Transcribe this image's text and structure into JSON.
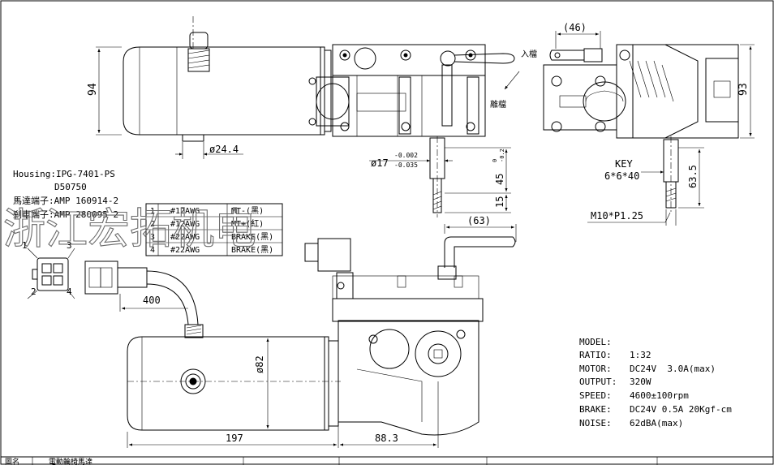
{
  "dims": {
    "top_width": "(46)",
    "height_94": "94",
    "dia_24": "ø24.4",
    "dia_17": "ø17",
    "dia_17_tol_up": "-0.002",
    "dia_17_tol_dn": "-0.035",
    "len_45": "45",
    "len_45_tol_up": "0",
    "len_45_tol_dn": "-0.2",
    "len_15": "15",
    "key": "KEY",
    "key_size": "6*6*40",
    "height_93": "93",
    "len_63_5": "63.5",
    "thread": "M10*P1.25",
    "len_63": "(63)",
    "len_400": "400",
    "dia_82": "ø82",
    "len_197": "197",
    "len_88_3": "88.3"
  },
  "lever": {
    "engage": "入檔",
    "disengage": "離檔"
  },
  "connector": {
    "housing": "Housing:IPG-7401-PS",
    "code": "D50750",
    "motor_terminal": "馬達端子:AMP 160914-2",
    "brake_terminal": "剎車端子:AMP 280095-2",
    "pin_1": "1",
    "pin_2": "2",
    "pin_3": "3",
    "pin_4": "4"
  },
  "wire_table": [
    {
      "pin": "1",
      "gauge": "#12AWG",
      "func": "MT-(黑)"
    },
    {
      "pin": "2",
      "gauge": "#12AWG",
      "func": "MT+(紅)"
    },
    {
      "pin": "3",
      "gauge": "#22AWG",
      "func": "BRAKE(黑)"
    },
    {
      "pin": "4",
      "gauge": "#22AWG",
      "func": "BRAKE(黑)"
    }
  ],
  "watermark": "浙江宏拓机电",
  "specs": [
    {
      "label": "MODEL:",
      "value": ""
    },
    {
      "label": "RATIO:",
      "value": "1:32"
    },
    {
      "label": "MOTOR:",
      "value": "DC24V  3.0A(max)"
    },
    {
      "label": "OUTPUT:",
      "value": "320W"
    },
    {
      "label": "SPEED:",
      "value": "4600±100rpm"
    },
    {
      "label": "BRAKE:",
      "value": "DC24V 0.5A 20Kgf-cm"
    },
    {
      "label": "NOISE:",
      "value": "62dBA(max)"
    }
  ],
  "footer": {
    "cell_a": "圖名",
    "cell_b": "電動輪椅馬達"
  }
}
